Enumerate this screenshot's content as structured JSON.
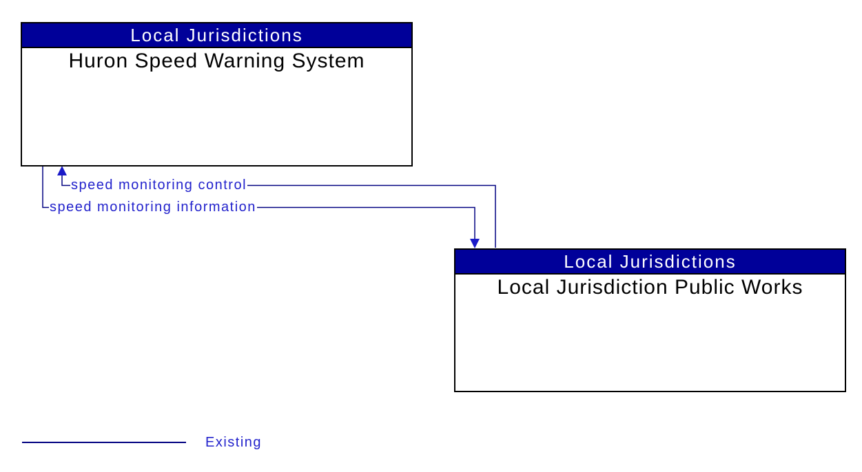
{
  "diagram": {
    "entities": [
      {
        "header": "Local Jurisdictions",
        "name": "Huron Speed Warning System"
      },
      {
        "header": "Local Jurisdictions",
        "name": "Local Jurisdiction Public Works"
      }
    ],
    "flows": [
      {
        "label": "speed monitoring control",
        "from": "Local Jurisdiction Public Works",
        "to": "Huron Speed Warning System",
        "status": "Existing"
      },
      {
        "label": "speed monitoring information",
        "from": "Huron Speed Warning System",
        "to": "Local Jurisdiction Public Works",
        "status": "Existing"
      }
    ],
    "legend": {
      "items": [
        {
          "label": "Existing",
          "line_style": "solid"
        }
      ]
    },
    "colors": {
      "background": "#ffffff",
      "entity_header_bg": "#000099",
      "entity_header_text": "#ffffff",
      "entity_border": "#000000",
      "entity_name_text": "#000000",
      "flow_line": "#000080",
      "flow_label_text": "#2222cc",
      "arrowhead": "#1a1ac8"
    }
  }
}
